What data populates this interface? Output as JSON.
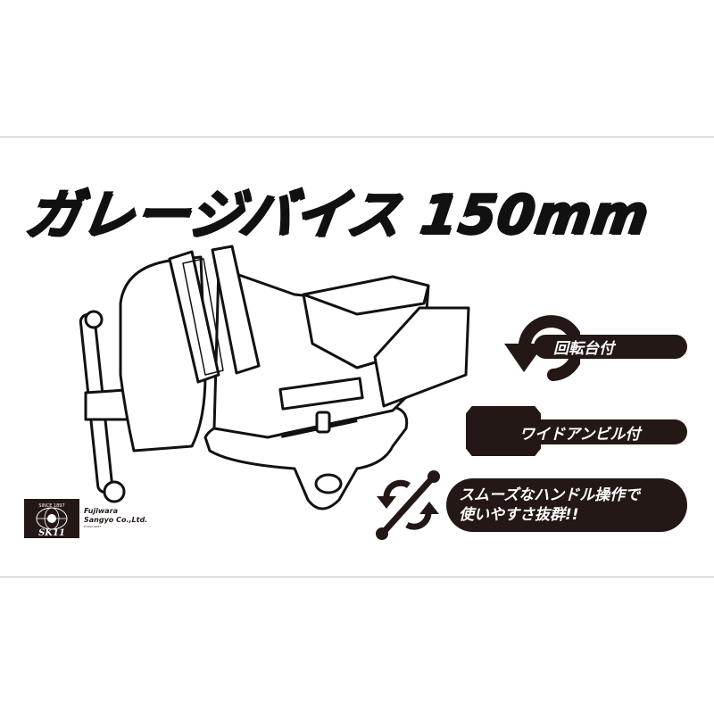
{
  "title": "ガレージバイス 150mm",
  "features": [
    {
      "label": "回転台付",
      "icon": "rotate-arrow-icon"
    },
    {
      "label": "ワイドアンビル付",
      "icon": "anvil-tab"
    },
    {
      "line1": "スムーズなハンドル操作で",
      "line2": "使いやすさ抜群!!",
      "icon": "handle-rotate-icon"
    }
  ],
  "brand": {
    "logo_text": "SK11",
    "logo_since": "SINCE 1897",
    "company_line1": "Fujiwara",
    "company_line2": "Sangyo Co.,Ltd.",
    "code": "HY0GC-9087"
  },
  "colors": {
    "ink": "#231815",
    "frame": "#bbbbbb"
  }
}
